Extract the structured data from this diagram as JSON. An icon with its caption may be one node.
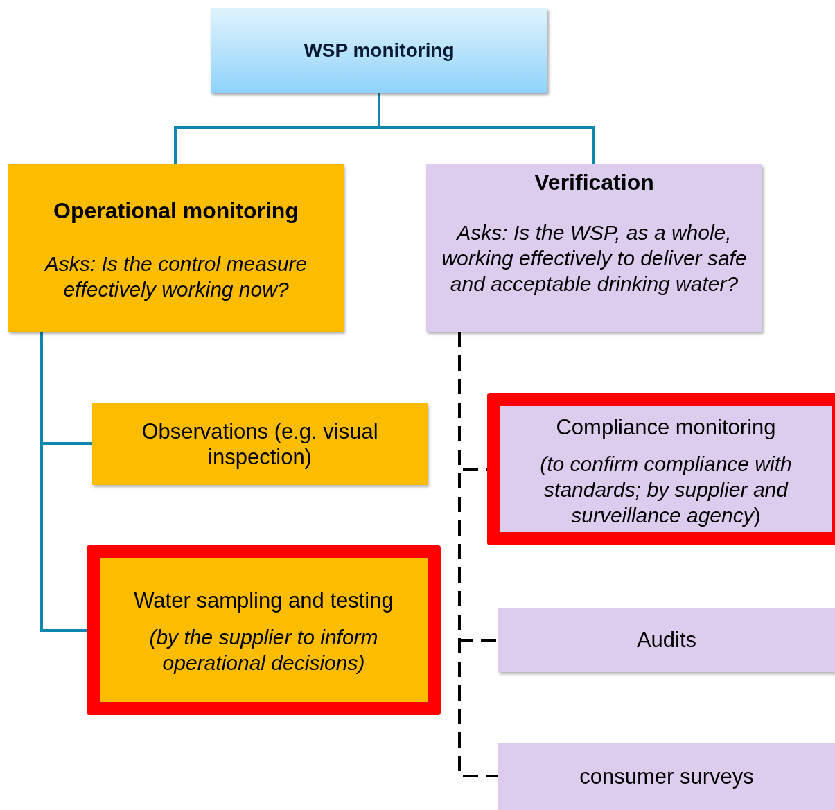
{
  "diagram": {
    "nodes": [
      {
        "text": [
          "WSP monitoring"
        ]
      },
      {
        "text": [
          "Operational monitoring",
          "Asks: Is the control measure effectively working now?"
        ]
      },
      {
        "text": [
          "Verification",
          "Asks: Is the WSP, as a whole, working effectively to deliver safe and acceptable drinking water?"
        ]
      },
      {
        "text": [
          "Observations (e.g. visual inspection)"
        ]
      },
      {
        "text": [
          "Water sampling and testing",
          "(by the supplier to inform operational decisions)"
        ]
      },
      {
        "text": [
          "Compliance monitoring",
          "*(to confirm compliance with standards; by supplier and surveillance agency*)"
        ]
      },
      {
        "text": [
          "Audits"
        ]
      },
      {
        "text": [
          "consumer surveys"
        ]
      }
    ],
    "edges": [
      {
        "from": 0,
        "to": 1,
        "arrow": "none"
      },
      {
        "from": 0,
        "to": 2,
        "arrow": "none"
      },
      {
        "from": 1,
        "to": 3,
        "arrow": "none"
      },
      {
        "from": 1,
        "to": 4,
        "arrow": "none"
      },
      {
        "from": 2,
        "to": 5,
        "arrow": "none",
        "style": "dashed",
        "color": "#000000"
      },
      {
        "from": 2,
        "to": 6,
        "arrow": "none",
        "style": "dashed",
        "color": "#000000"
      },
      {
        "from": 2,
        "to": 7,
        "arrow": "none",
        "style": "dashed",
        "color": "#000000"
      }
    ]
  }
}
